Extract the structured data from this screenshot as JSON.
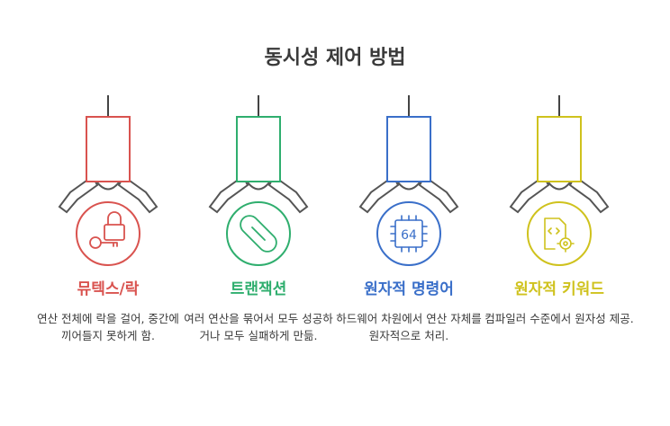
{
  "title": "동시성 제어 방법",
  "items": [
    {
      "label": "뮤텍스/락",
      "desc": "연산 전체에 락을 걸어, 중간에 끼어들지 못하게 함.",
      "color": "#d9534f",
      "icon": "lock-key-icon"
    },
    {
      "label": "트랜잭션",
      "desc": "여러 연산을 묶어서 모두 성공하거나 모두 실패하게 만듦.",
      "color": "#2fae6e",
      "icon": "pill-icon"
    },
    {
      "label": "원자적 명령어",
      "desc": "하드웨어 차원에서 연산 자체를 원자적으로 처리.",
      "color": "#3a6fc9",
      "icon": "chip-64-icon",
      "chip_text": "64"
    },
    {
      "label": "원자적 키워드",
      "desc": "컴파일러 수준에서 원자성 제공.",
      "color": "#cfc21d",
      "icon": "code-file-gear-icon"
    }
  ]
}
